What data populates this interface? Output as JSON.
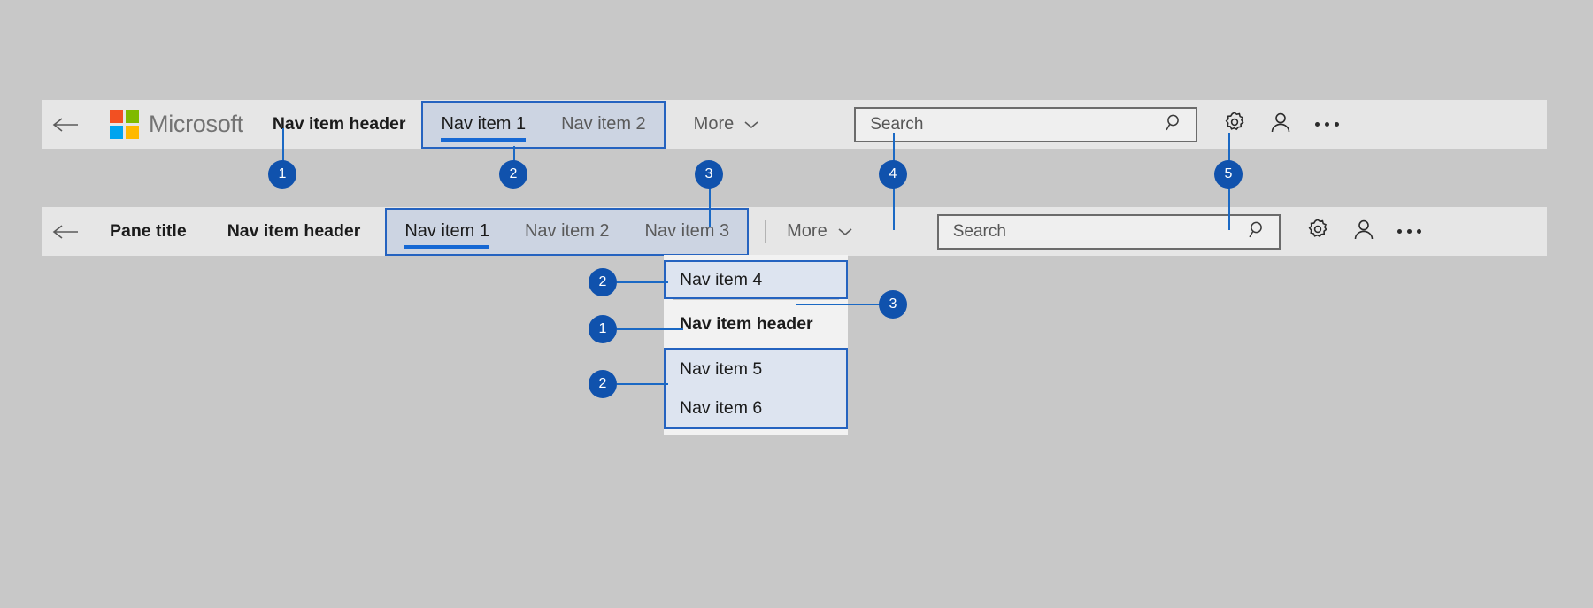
{
  "theme": {
    "page_background": "#c8c8c8",
    "bar_background": "#e6e6e6",
    "accent_blue": "#1668d4",
    "callout_blue": "#1052ad",
    "highlight_fill": "#ccd4e2",
    "highlight_border": "#2563c0",
    "ms_red": "#f25022",
    "ms_green": "#7fba00",
    "ms_blue": "#00a4ef",
    "ms_yellow": "#ffb900"
  },
  "navbar_1": {
    "back_icon": "back-arrow-icon",
    "brand": "Microsoft",
    "nav_item_header": "Nav item header",
    "nav_items": [
      {
        "label": "Nav item 1",
        "active": true
      },
      {
        "label": "Nav item 2",
        "active": false
      }
    ],
    "more_label": "More",
    "more_icon": "chevron-down-icon",
    "search_placeholder": "Search",
    "search_value": "",
    "search_icon": "search-icon",
    "settings_icon": "gear-icon",
    "account_icon": "person-icon",
    "overflow_icon": "ellipsis-icon"
  },
  "navbar_2": {
    "back_icon": "back-arrow-icon",
    "pane_title": "Pane title",
    "nav_item_header": "Nav item header",
    "nav_items": [
      {
        "label": "Nav item 1",
        "active": true
      },
      {
        "label": "Nav item 2",
        "active": false
      },
      {
        "label": "Nav item 3",
        "active": false
      }
    ],
    "more_label": "More",
    "more_icon": "chevron-down-icon",
    "search_placeholder": "Search",
    "search_value": "",
    "search_icon": "search-icon",
    "settings_icon": "gear-icon",
    "account_icon": "person-icon",
    "overflow_icon": "ellipsis-icon"
  },
  "dropdown": {
    "item_4": "Nav item 4",
    "header": "Nav item header",
    "item_5": "Nav item 5",
    "item_6": "Nav item 6"
  },
  "callouts": [
    {
      "id": "c1a",
      "number": "1"
    },
    {
      "id": "c2a",
      "number": "2"
    },
    {
      "id": "c3a",
      "number": "3"
    },
    {
      "id": "c4a",
      "number": "4"
    },
    {
      "id": "c5a",
      "number": "5"
    },
    {
      "id": "c2b",
      "number": "2"
    },
    {
      "id": "c3b",
      "number": "3"
    },
    {
      "id": "c1b",
      "number": "1"
    },
    {
      "id": "c2c",
      "number": "2"
    }
  ]
}
